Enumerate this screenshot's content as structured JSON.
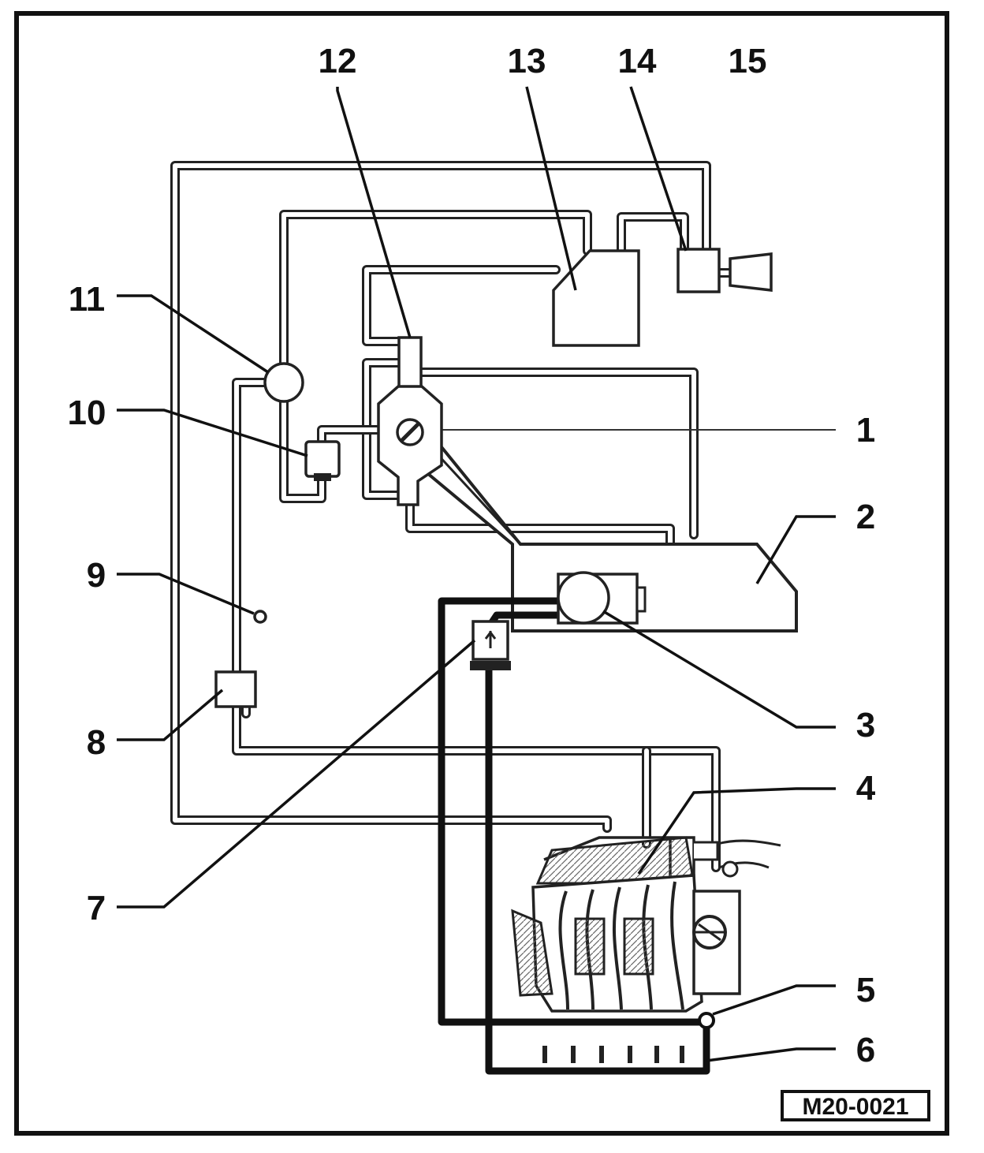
{
  "reference_code": "M20-0021",
  "callouts": [
    "1",
    "2",
    "3",
    "4",
    "5",
    "6",
    "7",
    "8",
    "9",
    "10",
    "11",
    "12",
    "13",
    "14",
    "15"
  ]
}
